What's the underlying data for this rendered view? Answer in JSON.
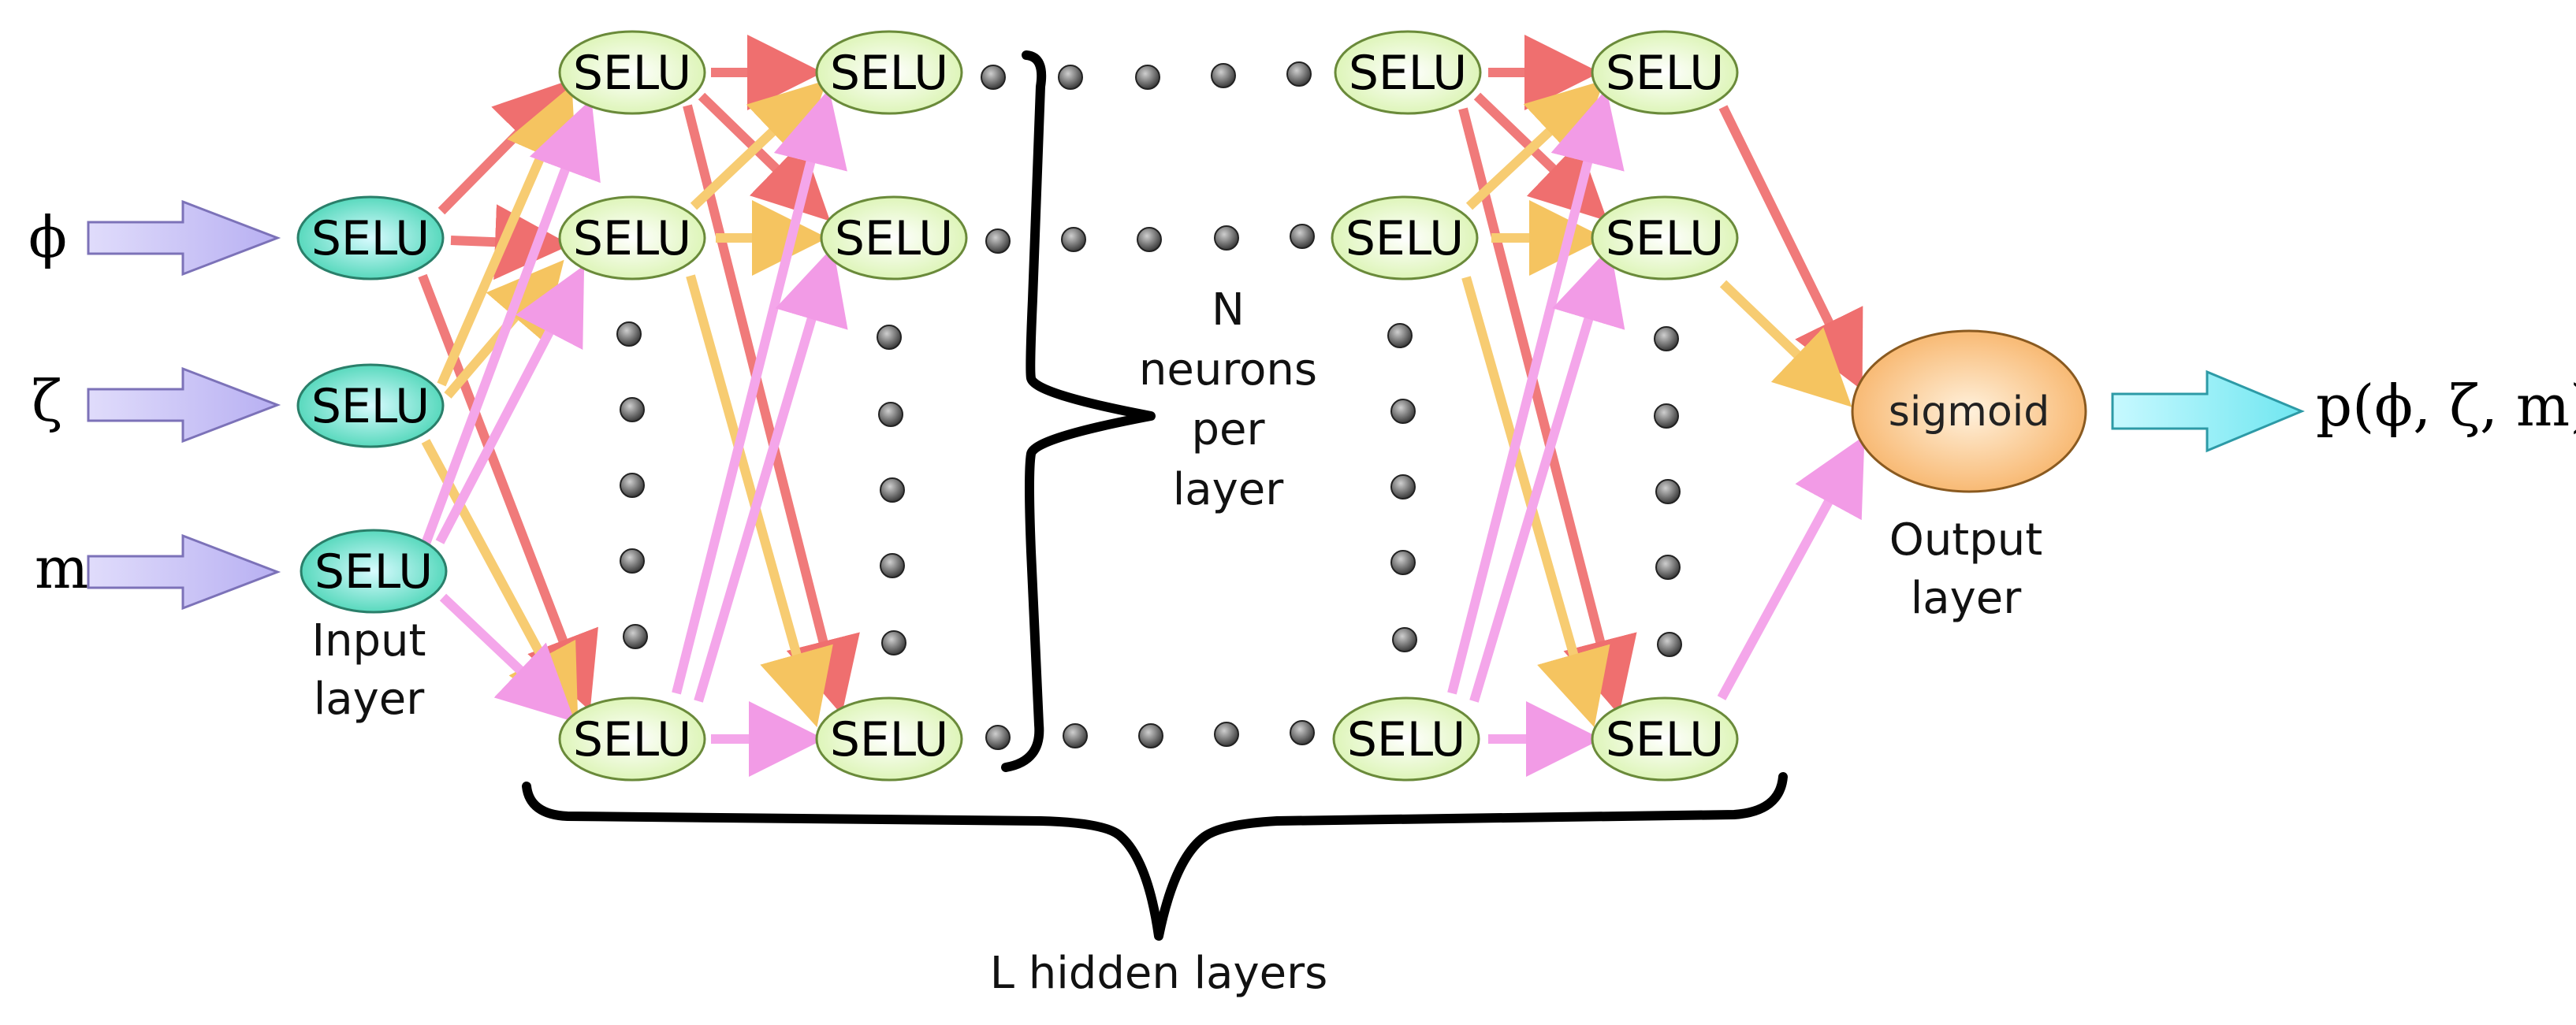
{
  "inputs": [
    {
      "symbol": "ϕ"
    },
    {
      "symbol": "ζ"
    },
    {
      "symbol": "m"
    }
  ],
  "input_layer": {
    "nodes": [
      "SELU",
      "SELU",
      "SELU"
    ],
    "label_line1": "Input",
    "label_line2": "layer"
  },
  "hidden_layer_1": {
    "nodes": [
      "SELU",
      "SELU",
      "SELU"
    ]
  },
  "hidden_layer_2": {
    "nodes": [
      "SELU",
      "SELU",
      "SELU"
    ]
  },
  "hidden_layer_L_minus_1": {
    "nodes": [
      "SELU",
      "SELU",
      "SELU"
    ]
  },
  "hidden_layer_L": {
    "nodes": [
      "SELU",
      "SELU",
      "SELU"
    ]
  },
  "neurons_label": {
    "line1": "N",
    "line2": "neurons",
    "line3": "per",
    "line4": "layer"
  },
  "layers_label": "L hidden layers",
  "output_layer": {
    "node": "sigmoid",
    "label_line1": "Output",
    "label_line2": "layer"
  },
  "output": "p(ϕ, ζ, m)",
  "colors": {
    "input_arrow": "#c8c2f5",
    "output_arrow": "#8ff0f5",
    "input_node": "#5fe0c0",
    "hidden_node": "#e4f7c0",
    "output_node": "#f9b46a",
    "edge_red": "#f07a7a",
    "edge_yellow": "#f7cc72",
    "edge_pink": "#f4a6ea"
  }
}
